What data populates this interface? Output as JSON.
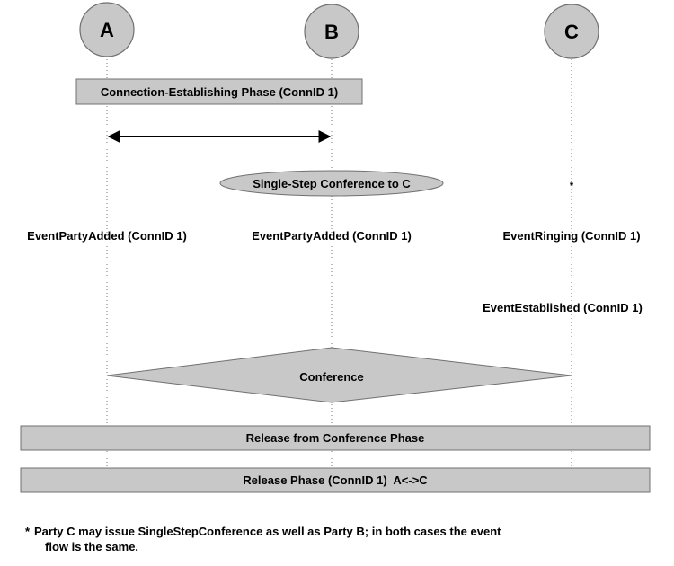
{
  "parties": [
    {
      "label": "A"
    },
    {
      "label": "B"
    },
    {
      "label": "C"
    }
  ],
  "phases": {
    "connection_establishing": "Connection-Establishing Phase (ConnID 1)",
    "single_step_conference": "Single-Step Conference to C",
    "conference": "Conference",
    "release_from_conference": "Release from Conference Phase",
    "release": "Release Phase (ConnID 1)  A<->C"
  },
  "events": {
    "party_a_added": "EventPartyAdded (ConnID 1)",
    "party_b_added": "EventPartyAdded (ConnID 1)",
    "party_c_ringing": "EventRinging (ConnID 1)",
    "party_c_established": "EventEstablished (ConnID 1)"
  },
  "asterisk_marker": "*",
  "footnote": {
    "marker": "*",
    "line1": "Party C may issue SingleStepConference as well as Party B; in both cases the event",
    "line2": "flow is the same."
  },
  "colors": {
    "shape_fill": "#c8c8c8",
    "stroke": "#707070"
  }
}
